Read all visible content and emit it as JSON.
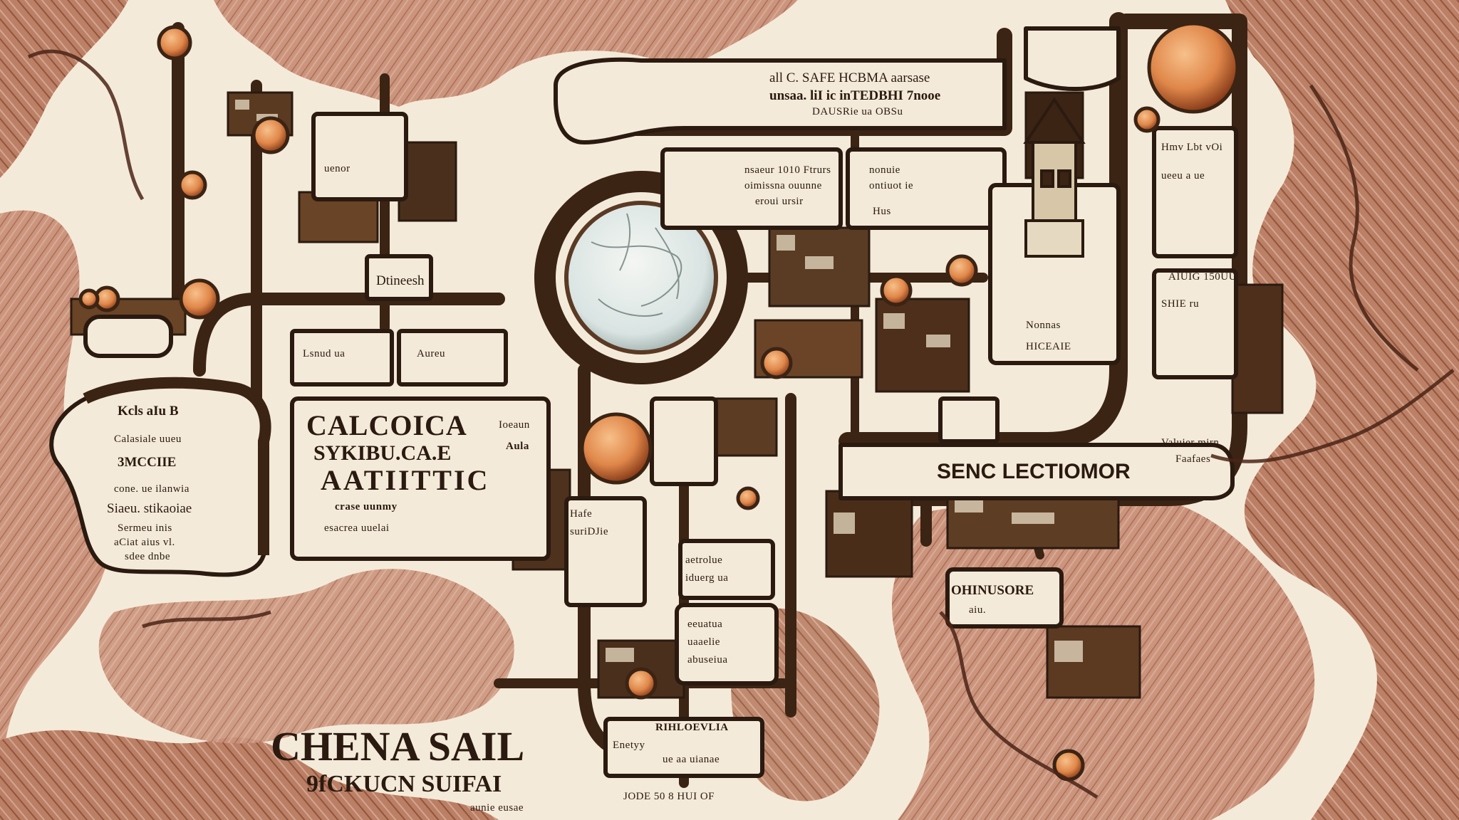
{
  "map": {
    "colors": {
      "paper": "#f4ead9",
      "terrain": "#c98f78",
      "terrain_dark": "#7a3b22",
      "ink": "#2a1a10",
      "pipe": "#3b2414",
      "orb": "#e49a5e",
      "globe": "#dfe8e6"
    },
    "top_banner": {
      "line1": "all C. SAFE HCBMA aarsase",
      "line2": "unsaa. liI ic inTEDBHI 7nooe",
      "line3": "DAUSRie ua OBSu"
    },
    "center_panel": {
      "line1": "nsaeur 1010 Ftrurs",
      "line2": "oimissna ouunne",
      "line3": "eroui ursir"
    },
    "upper_right_panel": {
      "line1": "nonuie",
      "line2": "ontiuot ie",
      "line3": "Hus"
    },
    "far_right": {
      "header": "Hmv Lbt vOi",
      "body": "ueeu a ue",
      "small": "SHIE ru"
    },
    "mid_left_box": {
      "label": "Dtineesh"
    },
    "small_boxes": {
      "left_a": "Lsnud ua",
      "left_b": "Aureu",
      "upper_left": "uenor"
    },
    "left_scroll": {
      "title": "Kcls aIu B",
      "line1": "Calasiale uueu",
      "line2": "3MCCIIE",
      "line3": "cone. ue ilanwia",
      "line4": "Siaeu. stikaoiae",
      "line5": "Sermeu inis",
      "line6": "aCiat aius vl.",
      "line7": "sdee dnbe"
    },
    "main_title": {
      "line1": "CALCOICA",
      "line2": "SYKIBU.CA.E",
      "line3": "AATIITTIC",
      "line4": "crase uunmy",
      "line5": "esacrea uuelai"
    },
    "badge": {
      "line1": "Ioeaun",
      "line2": "Aula"
    },
    "right_banner": {
      "title": "SENC LECTIOMOR",
      "sub1": "Valuier mirn",
      "sub2": "Faafaes"
    },
    "right_panel": {
      "line1": "AIUIG 150UU",
      "line2": "Nonnas",
      "line3": "HICEAIE"
    },
    "lower_center": {
      "box1_line1": "Hafe",
      "box1_line2": "suriDJie",
      "box2_line1": "aetrolue",
      "box2_line2": "iduerg ua",
      "box3_line1": "eeuatua",
      "box3_line2": "uaaelie",
      "box3_line3": "abuseiua",
      "box4_line1": "OHINUSORE",
      "box4_line2": "aiu."
    },
    "bottom_card": {
      "title": "RIHLOEVLIA",
      "line1": "Enetyy",
      "line2": "ue aa uianae",
      "footer": "JODE 50 8 HUI OF"
    },
    "bottom_title": {
      "line1": "CHENA SAIL",
      "line2": "9fCKUCN SUIFAI",
      "line3": "aunie eusae"
    }
  }
}
